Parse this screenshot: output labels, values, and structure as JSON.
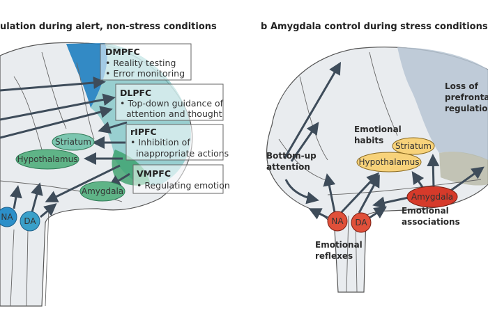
{
  "panel_a": {
    "title": "ulation during alert, non-stress conditions",
    "boxes": [
      {
        "heading": "DMPFC",
        "lines": [
          "• Reality testing",
          "• Error monitoring"
        ]
      },
      {
        "heading": "DLPFC",
        "lines": [
          "• Top-down guidance of",
          "attention and thought"
        ]
      },
      {
        "heading": "rIPFC",
        "lines": [
          "• Inhibition of",
          "inappropriate actions"
        ]
      },
      {
        "heading": "VMPFC",
        "lines": [
          "• Regulating emotion"
        ]
      }
    ],
    "nodes": {
      "striatum": "Striatum",
      "hypothalamus": "Hypothalamus",
      "amygdala": "Amygdala",
      "na": "NA",
      "da": "DA"
    },
    "colors": {
      "dmpfc": "#1f7fc0",
      "dlpfc": "#7cc6c6",
      "vmpfc": "#3aa06a",
      "node": "#5fb487",
      "neuro": "#2c8fc9"
    }
  },
  "panel_b": {
    "label": "b",
    "title": "Amygdala control during stress conditions",
    "annotations": {
      "loss": [
        "Loss of",
        "prefrontal",
        "regulation"
      ],
      "habits": [
        "Emotional",
        "habits"
      ],
      "bottom_up": [
        "Bottom-up",
        "attention"
      ],
      "associations": [
        "Emotional",
        "associations"
      ],
      "reflexes": [
        "Emotional",
        "reflexes"
      ]
    },
    "nodes": {
      "striatum": "Striatum",
      "hypothalamus": "Hypothalamus",
      "amygdala": "Amygdala",
      "na": "NA",
      "da": "DA"
    },
    "colors": {
      "habit_node": "#f7d27a",
      "amygdala": "#d63a2a",
      "prefrontal": "#b7c6d3"
    }
  }
}
